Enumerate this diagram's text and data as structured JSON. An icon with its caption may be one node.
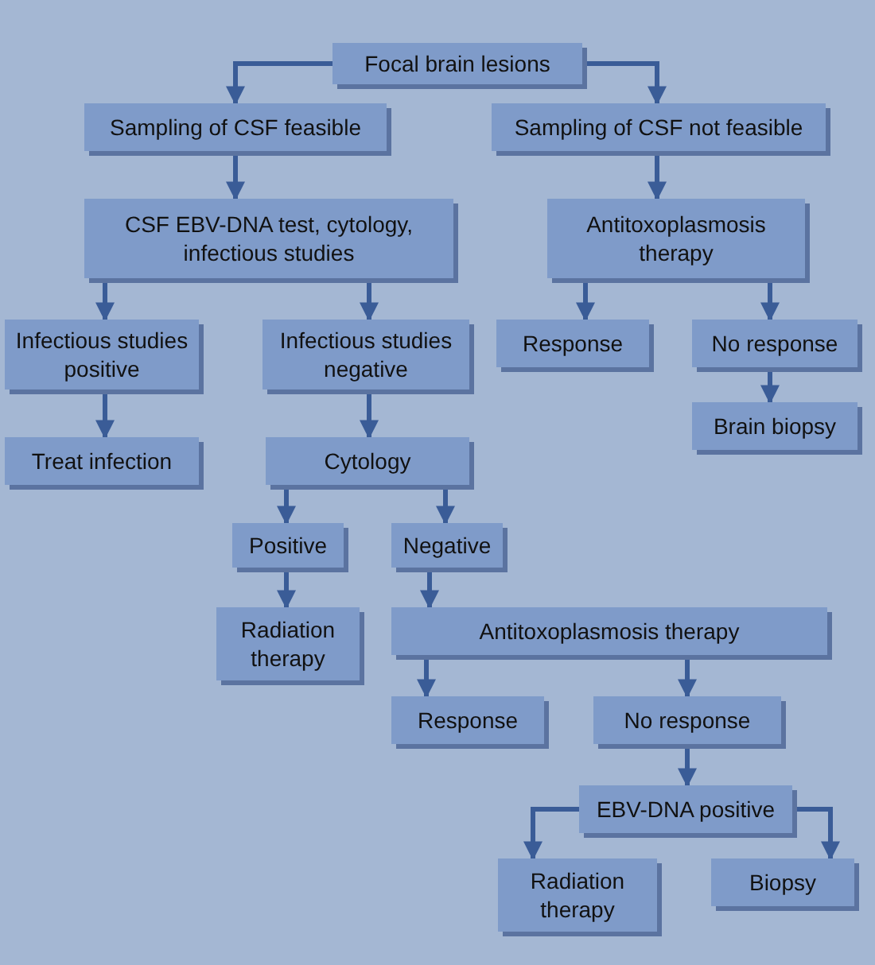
{
  "diagram": {
    "nodes": [
      {
        "text": [
          "Focal brain lesions"
        ]
      },
      {
        "text": [
          "Sampling of CSF feasible"
        ]
      },
      {
        "text": [
          "Sampling of CSF not feasible"
        ]
      },
      {
        "text": [
          "CSF EBV-DNA test, cytology, infectious studies"
        ]
      },
      {
        "text": [
          "Antitoxoplasmosis therapy"
        ]
      },
      {
        "text": [
          "Infectious studies positive"
        ]
      },
      {
        "text": [
          "Infectious studies negative"
        ]
      },
      {
        "text": [
          "Response"
        ]
      },
      {
        "text": [
          "No response"
        ]
      },
      {
        "text": [
          "Treat infection"
        ]
      },
      {
        "text": [
          "Cytology"
        ]
      },
      {
        "text": [
          "Brain biopsy"
        ]
      },
      {
        "text": [
          "Positive"
        ]
      },
      {
        "text": [
          "Negative"
        ]
      },
      {
        "text": [
          "Radiation therapy"
        ]
      },
      {
        "text": [
          "Antitoxoplasmosis therapy"
        ]
      },
      {
        "text": [
          "Response"
        ]
      },
      {
        "text": [
          "No response"
        ]
      },
      {
        "text": [
          "EBV-DNA positive"
        ]
      },
      {
        "text": [
          "Radiation therapy"
        ]
      },
      {
        "text": [
          "Biopsy"
        ]
      }
    ],
    "edges": [
      {
        "from": 0,
        "to": 1,
        "arrow": "to"
      },
      {
        "from": 0,
        "to": 2,
        "arrow": "to"
      },
      {
        "from": 1,
        "to": 3,
        "arrow": "to"
      },
      {
        "from": 2,
        "to": 4,
        "arrow": "to"
      },
      {
        "from": 3,
        "to": 5,
        "arrow": "to"
      },
      {
        "from": 3,
        "to": 6,
        "arrow": "to"
      },
      {
        "from": 4,
        "to": 7,
        "arrow": "to"
      },
      {
        "from": 4,
        "to": 8,
        "arrow": "to"
      },
      {
        "from": 8,
        "to": 11,
        "arrow": "to"
      },
      {
        "from": 5,
        "to": 9,
        "arrow": "to"
      },
      {
        "from": 6,
        "to": 10,
        "arrow": "to"
      },
      {
        "from": 10,
        "to": 12,
        "arrow": "to"
      },
      {
        "from": 10,
        "to": 13,
        "arrow": "to"
      },
      {
        "from": 12,
        "to": 14,
        "arrow": "to"
      },
      {
        "from": 13,
        "to": 15,
        "arrow": "to"
      },
      {
        "from": 15,
        "to": 16,
        "arrow": "to"
      },
      {
        "from": 15,
        "to": 17,
        "arrow": "to"
      },
      {
        "from": 17,
        "to": 18,
        "arrow": "to"
      },
      {
        "from": 18,
        "to": 19,
        "arrow": "to"
      },
      {
        "from": 18,
        "to": 20,
        "arrow": "to"
      }
    ]
  }
}
